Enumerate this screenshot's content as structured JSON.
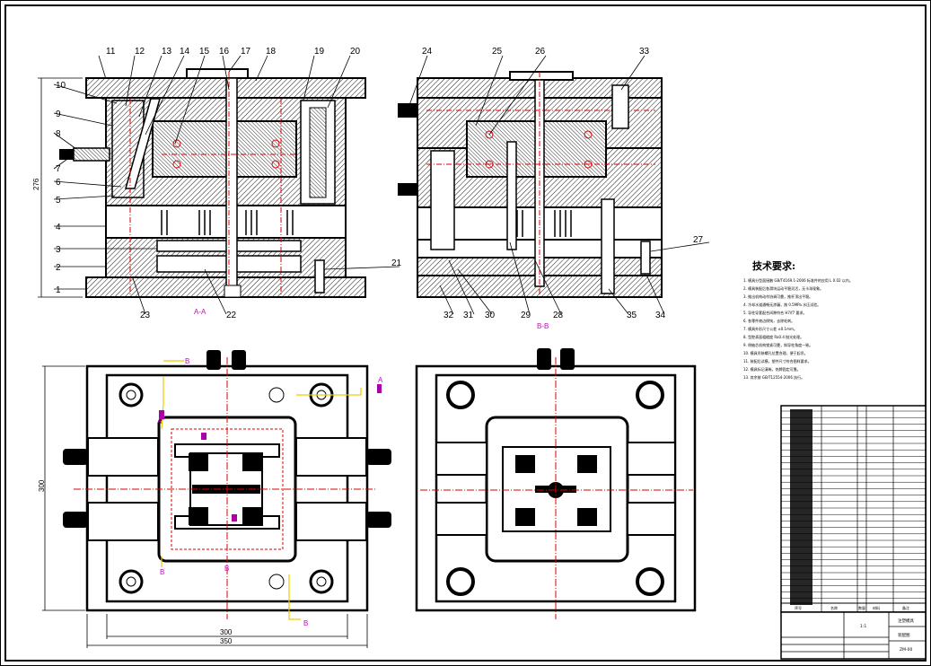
{
  "balloons_left": [
    "1",
    "2",
    "3",
    "4",
    "5",
    "6",
    "7",
    "8",
    "9",
    "10",
    "11",
    "12",
    "13",
    "14",
    "15",
    "16",
    "17",
    "18",
    "19",
    "20",
    "21",
    "22",
    "23"
  ],
  "balloons_right": [
    "24",
    "25",
    "26",
    "27",
    "28",
    "29",
    "30",
    "31",
    "32",
    "33",
    "34",
    "35"
  ],
  "dimensions": {
    "height_left": "276",
    "plan_height": "300",
    "plan_inner_width": "300",
    "plan_outer_width": "350"
  },
  "section_labels": [
    "A-A",
    "B-B"
  ],
  "section_marks": [
    "B",
    "B",
    "A",
    "A",
    "B",
    "B"
  ],
  "tech": {
    "title": "技术要求:",
    "lines": [
      "1. 模具分型面接触 GB/T4169.1-2006 标准件的应用 L 0.02 以内。",
      "2. 模具装配后各滑块运动平稳灵活，无卡滞现象。",
      "3. 推出机构动作协调可靠，推杆顶出平稳。",
      "4. 冷却水道通畅无渗漏，按 0.5MPa 水压试验。",
      "5. 导柱导套配合间隙符合 H7/f7 要求。",
      "6. 各零件棱边倒钝，去除毛刺。",
      "7. 模具外形尺寸公差 ±0.1mm。",
      "8. 型腔表面粗糙度 Ra0.4 抛光处理。",
      "9. 侧抽芯机构锁紧可靠，斜导柱角度一致。",
      "10. 模具吊装螺孔位置合理，便于起吊。",
      "11. 装配后试模，塑件尺寸符合图样要求。",
      "12. 模具标记清晰，铭牌固定可靠。",
      "13. 其余按 GB/T12554-2006 执行。"
    ]
  },
  "title_block": {
    "headers": [
      "序号",
      "名称",
      "数量",
      "材料",
      "备注"
    ],
    "drawing_title": "注塑模具",
    "assembly": "装配图",
    "scale": "1:1",
    "code": "ZM-00"
  }
}
